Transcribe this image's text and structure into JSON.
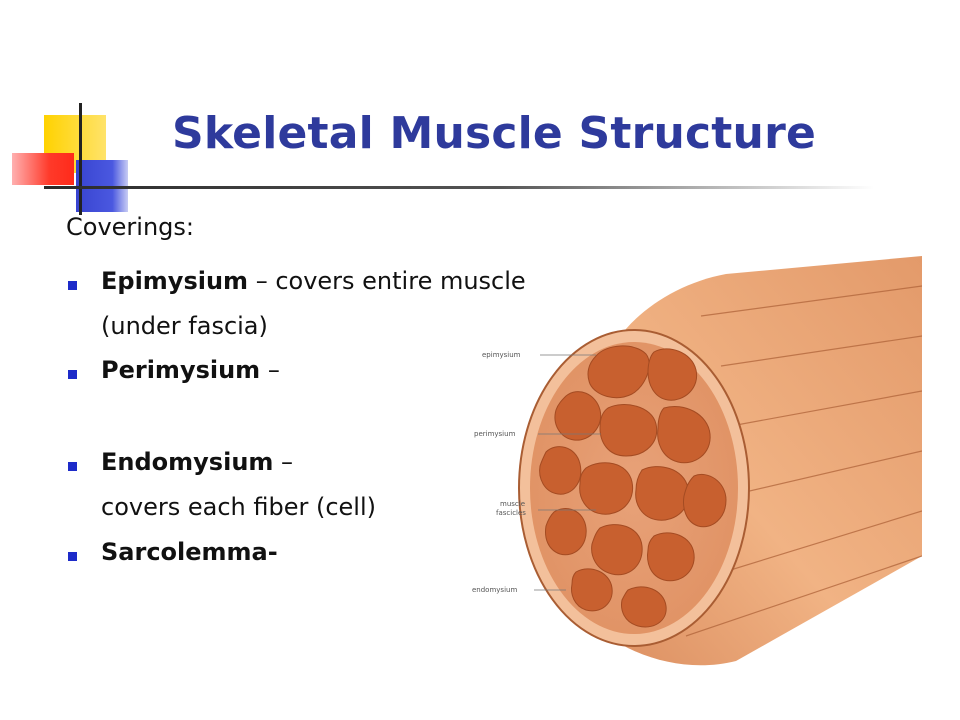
{
  "slide": {
    "title": "Skeletal Muscle Structure",
    "intro": "Coverings:",
    "bullets": [
      {
        "term": "Epimysium",
        "text": " – covers entire muscle"
      },
      {
        "continuation": "(under fascia)"
      },
      {
        "term": "Perimysium",
        "text": " –"
      },
      {
        "term": "Endomysium",
        "text": " –"
      },
      {
        "continuation": "covers each fiber (cell)"
      },
      {
        "term": "Sarcolemma-",
        "text": ""
      }
    ]
  },
  "figure": {
    "labels": {
      "epimysium": "epimysium",
      "perimysium": "perimysium",
      "muscle_fascicles_1": "muscle",
      "muscle_fascicles_2": "fascicles",
      "endomysium": "endomysium"
    }
  },
  "colors": {
    "title": "#2e3a9c",
    "bullet": "#1d2bc9",
    "muscle_light": "#f0ae80",
    "muscle_mid": "#db8a5b",
    "fascicle_fill": "#c8602f"
  }
}
